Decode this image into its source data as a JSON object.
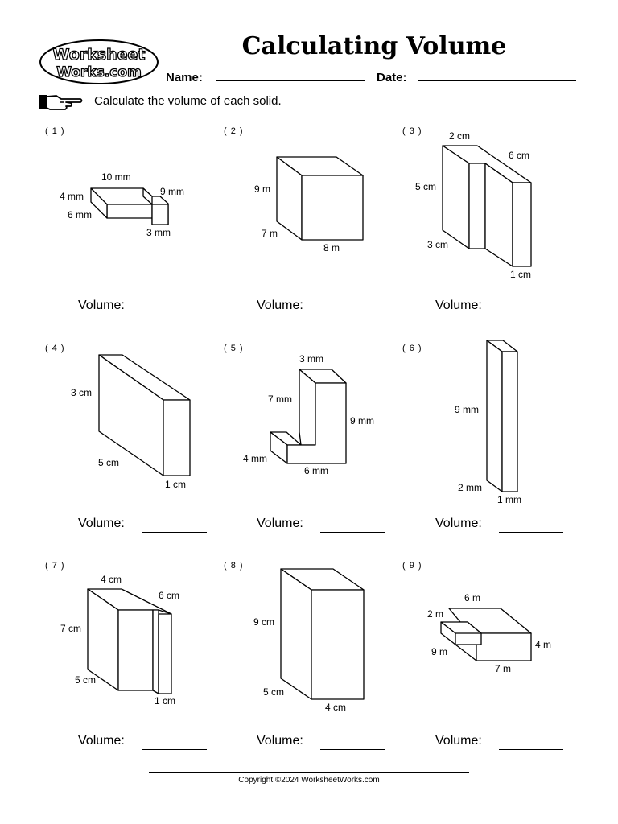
{
  "logo": {
    "line1": "Worksheet",
    "line2": "Works.com"
  },
  "title": "Calculating Volume",
  "name_label": "Name:",
  "date_label": "Date:",
  "instruction": "Calculate the volume of each solid.",
  "problems": [
    {
      "number": "( 1 )",
      "dims": [
        "10 mm",
        "9 mm",
        "4 mm",
        "6 mm",
        "3 mm"
      ],
      "volume_label": "Volume:"
    },
    {
      "number": "( 2 )",
      "dims": [
        "9 m",
        "7 m",
        "8 m"
      ],
      "volume_label": "Volume:"
    },
    {
      "number": "( 3 )",
      "dims": [
        "2 cm",
        "6 cm",
        "5 cm",
        "3 cm",
        "1 cm"
      ],
      "volume_label": "Volume:"
    },
    {
      "number": "( 4 )",
      "dims": [
        "3 cm",
        "5 cm",
        "1 cm"
      ],
      "volume_label": "Volume:"
    },
    {
      "number": "( 5 )",
      "dims": [
        "3 mm",
        "7 mm",
        "9 mm",
        "4 mm",
        "6 mm"
      ],
      "volume_label": "Volume:"
    },
    {
      "number": "( 6 )",
      "dims": [
        "9 mm",
        "2 mm",
        "1 mm"
      ],
      "volume_label": "Volume:"
    },
    {
      "number": "( 7 )",
      "dims": [
        "4 cm",
        "6 cm",
        "7 cm",
        "5 cm",
        "1 cm"
      ],
      "volume_label": "Volume:"
    },
    {
      "number": "( 8 )",
      "dims": [
        "9 cm",
        "5 cm",
        "4 cm"
      ],
      "volume_label": "Volume:"
    },
    {
      "number": "( 9 )",
      "dims": [
        "6 m",
        "2 m",
        "9 m",
        "4 m",
        "7 m"
      ],
      "volume_label": "Volume:"
    }
  ],
  "copyright": "Copyright ©2024 WorksheetWorks.com"
}
